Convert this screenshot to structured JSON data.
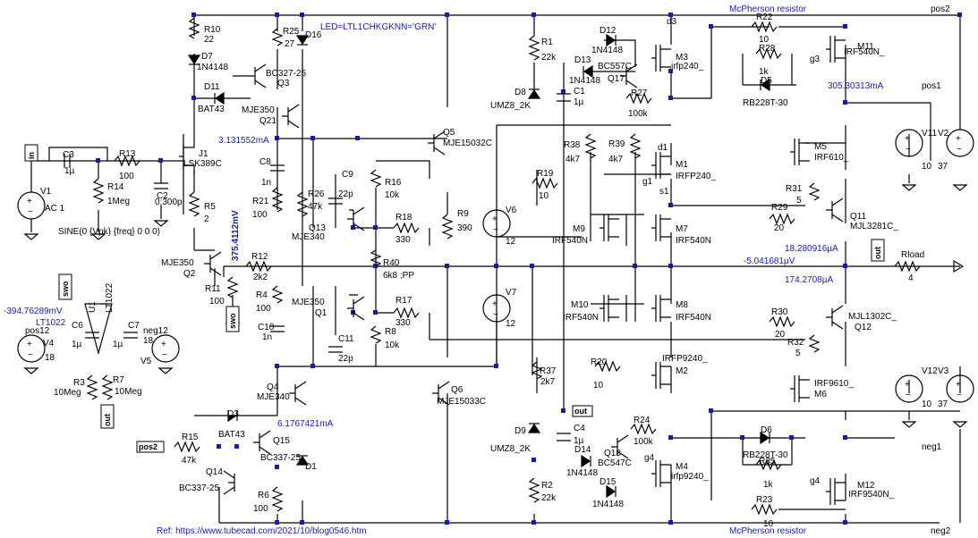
{
  "texts": {
    "led": "LED=LTL1CHKGKNN='GRN'",
    "mcp_top": "McPherson resistor",
    "mcp_bot": "McPherson resistor",
    "ref": "Ref: https://www.tubecad.com/2021/10/blog0546.htm",
    "sine": "SINE(0 {Vpk} {freq} 0 0 0)",
    "pos2": "pos2",
    "pos1": "pos1",
    "neg1": "neg1",
    "neg2": "neg2",
    "pos12": "pos12",
    "neg12": "neg12",
    "in": "in",
    "out": "out",
    "swo": "swo",
    "Rload": "Rload",
    "Rload_val": "4",
    "meas1": "3.131552mA",
    "meas2": "375.4112mV",
    "meas3": "-394.76289mV",
    "meas4": "305.30313mA",
    "meas5": "18.280916µA",
    "meas6": "-5.041681µV",
    "meas7": "174.2708µA",
    "meas8": "6.1767421mA",
    "lt1022": "LT1022",
    "u1": "U1",
    "V1": "V1",
    "V1v": "AC 1",
    "V2": "V2",
    "V2v": "37",
    "V3": "V3",
    "V3v": "37",
    "V4": "V4",
    "V4v": "18",
    "V5": "V5",
    "V5v": "18",
    "V6": "V6",
    "V6v": "12",
    "V7": "V7",
    "V7v": "12",
    "V11": "V11",
    "V11v": "10",
    "V12": "V12",
    "V12v": "10",
    "R10": "R10",
    "R10v": "22",
    "D7": "D7",
    "D7v": "1N4148",
    "D11": "D11",
    "D11v": "BAT43",
    "R25": "R25",
    "R25v": "27",
    "D16": "D16",
    "Q3": "Q3",
    "Q3v": "BC327-25",
    "Q21": "Q21",
    "Q21v": "MJE350",
    "J1": "J1",
    "J1v": "LSK389C",
    "C3": "C3",
    "C3v": "1µ",
    "R13": "R13",
    "R13v": "100",
    "R14": "R14",
    "R14v": "1Meg",
    "C2": "C2",
    "C2v": "0;300p",
    "R5": "R5",
    "R5v": "2",
    "C8": "C8",
    "C8v": "1n",
    "R21": "R21",
    "R21v": "100",
    "R26": "R26",
    "R26v": "47k",
    "C9": "C9",
    "C9v": "22p",
    "Q13": "Q13",
    "Q13v": "MJE340",
    "R16": "R16",
    "R16v": "10k",
    "R18": "R18",
    "R18v": "330",
    "R9": "R9",
    "R9v": "390",
    "Q5": "Q5",
    "Q5v": "MJE15032C",
    "Q2": "Q2",
    "Q2v": "MJE350",
    "R12": "R12",
    "R12v": "2k2",
    "R11": "R11",
    "R11v": "100",
    "R40": "R40",
    "R40v": "6k8 ;PP",
    "R4": "R4",
    "R4v": "100",
    "C10": "C10",
    "C10v": "1n",
    "Q1": "Q1",
    "Q1v": "MJE350",
    "C11": "C11",
    "C11v": "22p",
    "R17": "R17",
    "R17v": "330",
    "R8": "R8",
    "R8v": "10k",
    "Q4": "Q4",
    "Q4v": "MJE340",
    "Q6": "Q6",
    "Q6v": "MJE15033C",
    "D3": "D3",
    "D3v": "BAT43",
    "R15": "R15",
    "R15v": "47k",
    "Q15": "Q15",
    "Q15v": "BC337-25",
    "Q14": "Q14",
    "Q14v": "BC337-25",
    "R6": "R6",
    "R6v": "100",
    "D1": "D1",
    "C6": "C6",
    "C6v": "1µ",
    "C7": "C7",
    "C7v": "1µ",
    "R3": "R3",
    "R3v": "10Meg",
    "R7": "R7",
    "R7v": "10Meg",
    "R1": "R1",
    "R1v": "22k",
    "D12": "D12",
    "D12v": "1N4148",
    "D13": "D13",
    "D13v": "1N4148",
    "Q17": "Q17",
    "Q17v": "BC557C",
    "C1": "C1",
    "C1v": "1µ",
    "D8": "D8",
    "D8v": "UMZ8_2K",
    "R27": "R27",
    "R27v": "100k",
    "M3": "M3",
    "M3v": "irfp240_",
    "R38": "R38",
    "R38v": "4k7",
    "R39": "R39",
    "R39v": "4k7",
    "R19": "R19",
    "R19v": "10",
    "M1": "M1",
    "M1v": "IRFP240_",
    "M9": "M9",
    "M9v": "IRF540N",
    "M7": "M7",
    "M7v": "IRF540N",
    "M10": "M10",
    "M10v": "IRF540N",
    "M8": "M8",
    "M8v": "IRF540N",
    "R37": "R37",
    "R37v": "2k7",
    "R20": "R20",
    "R20v": "10",
    "M2": "M2",
    "M2v": "IRFP9240_",
    "D9": "D9",
    "D9v": "UMZ8_2K",
    "C4": "C4",
    "C4v": "1µ",
    "R24": "R24",
    "R24v": "100k",
    "Q18": "Q18",
    "Q18v": "BC547C",
    "D14": "D14",
    "D14v": "1N4148",
    "D15": "D15",
    "D15v": "1N4148",
    "R2": "R2",
    "R2v": "22k",
    "M4": "M4",
    "M4v": "irfp9240_",
    "R22": "R22",
    "R22v": "10",
    "M11": "M11",
    "M11v": "IRF540N_",
    "R28": "R28",
    "R28v": "1k",
    "D5": "D5",
    "D5v": "RB228T-30",
    "M5": "M5",
    "M5v": "IRF610_",
    "R31": "R31",
    "R31v": "5",
    "R29": "R29",
    "R29v": "20",
    "Q11": "Q11",
    "Q11v": "MJL3281C_",
    "R30": "R30",
    "R30v": "20",
    "Q12": "Q12",
    "Q12v": "MJL1302C_",
    "R32": "R32",
    "R32v": "5",
    "M6": "M6",
    "M6v": "IRF9610_",
    "D6": "D6",
    "D6v": "RB228T-30",
    "R35": "R35",
    "R35v": "1k",
    "M12": "M12",
    "M12v": "IRF9540N_",
    "R23": "R23",
    "R23v": "10",
    "d3": "d3",
    "g3": "g3",
    "d1": "d1",
    "g1": "g1",
    "s1": "s1",
    "g4": "g4",
    "g4b": "g4"
  }
}
